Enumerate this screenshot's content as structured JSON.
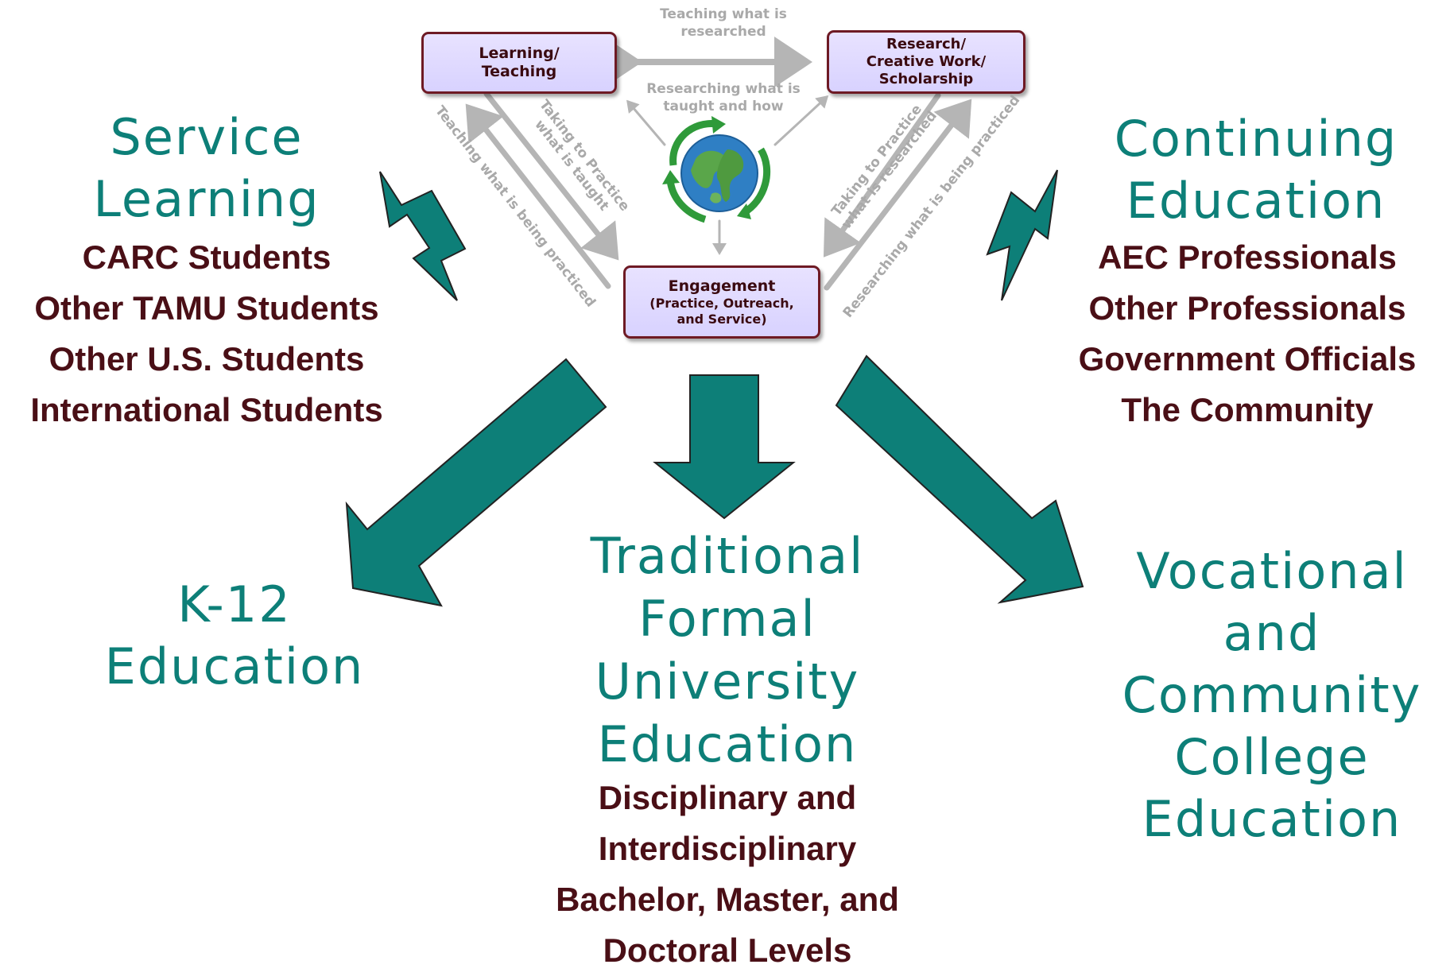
{
  "cycle": {
    "learning_teaching": "Learning/\nTeaching",
    "research": "Research/\nCreative Work/\nScholarship",
    "engagement_title": "Engagement",
    "engagement_sub": "(Practice, Outreach,\nand Service)",
    "labels": {
      "teaching_researched": "Teaching what is\nresearched",
      "researching_taught": "Researching what is\ntaught and how",
      "taking_taught": "Taking to Practice\nwhat is taught",
      "teaching_practiced": "Teaching what is being practiced",
      "taking_researched": "Taking to Practice\nwhat is researched",
      "researching_practiced": "Researching what is being practiced"
    }
  },
  "service_learning": {
    "title": "Service\nLearning",
    "groups": [
      "CARC Students",
      "Other TAMU Students",
      "Other U.S. Students",
      "International Students"
    ]
  },
  "continuing_education": {
    "title": "Continuing\nEducation",
    "groups": [
      "AEC Professionals",
      "Other Professionals",
      "Government Officials",
      "The Community"
    ]
  },
  "k12": {
    "title": "K-12\nEducation"
  },
  "traditional": {
    "title": "Traditional\nFormal\nUniversity\nEducation",
    "groups": [
      "Disciplinary and",
      "Interdisciplinary",
      "Bachelor, Master, and",
      "Doctoral Levels"
    ]
  },
  "vocational": {
    "title": "Vocational\nand\nCommunity\nCollege\nEducation"
  },
  "colors": {
    "teal": "#0d7f78",
    "maroon": "#4a0f16",
    "gray_arrow": "#b5b5b5",
    "box_fill": "#ddd7ff"
  }
}
